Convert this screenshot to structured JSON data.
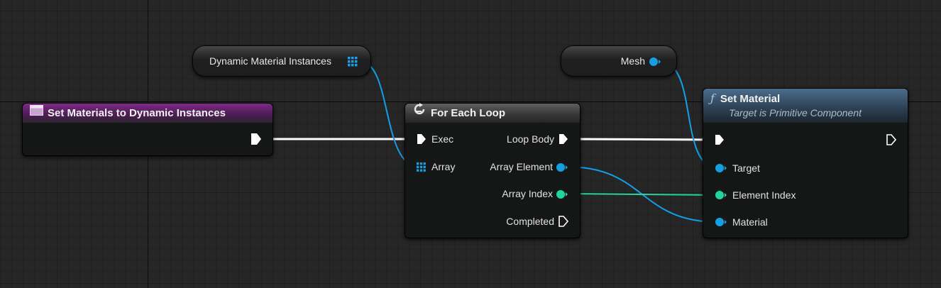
{
  "event_node": {
    "title": "Set Materials to Dynamic Instances"
  },
  "var_dynamic_instances": {
    "label": "Dynamic Material Instances"
  },
  "var_mesh": {
    "label": "Mesh"
  },
  "foreach_node": {
    "title": "For Each Loop",
    "inputs": {
      "exec": "Exec",
      "array": "Array"
    },
    "outputs": {
      "loop_body": "Loop Body",
      "array_element": "Array Element",
      "array_index": "Array Index",
      "completed": "Completed"
    }
  },
  "setmat_node": {
    "title": "Set Material",
    "subtitle": "Target is Primitive Component",
    "inputs": {
      "target": "Target",
      "element_index": "Element Index",
      "material": "Material"
    }
  },
  "colors": {
    "exec": "#ffffff",
    "object": "#0fa0e8",
    "integer": "#1ed6a0",
    "event_header": "#7d2a86",
    "function_header": "#4c6c8a",
    "macro_header": "#5e5e5e",
    "canvas": "#262626"
  }
}
